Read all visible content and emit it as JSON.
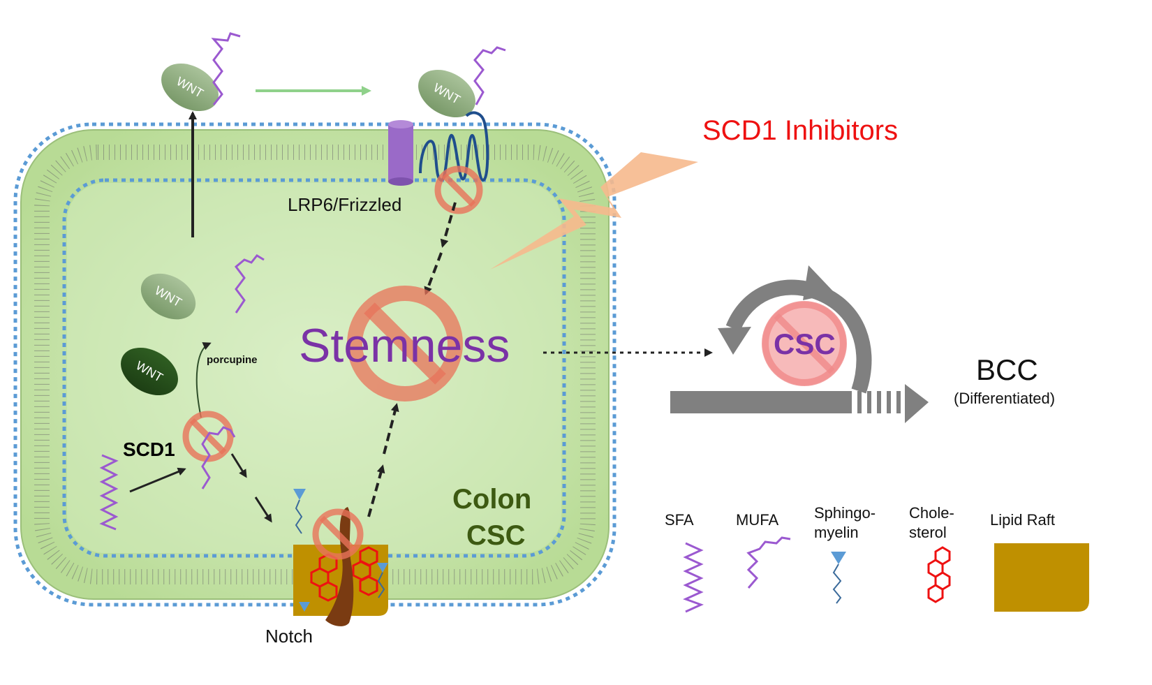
{
  "labels": {
    "inhibitors": "SCD1  Inhibitors",
    "receptor": "LRP6/Frizzled",
    "stemness": "Stemness",
    "colon": "Colon",
    "csc_cell": "CSC",
    "scd1": "SCD1",
    "porcupine": "porcupine",
    "notch": "Notch",
    "csc_cycle": "CSC",
    "bcc": "BCC",
    "bcc_sub": "(Differentiated)"
  },
  "wnt_label": "WNT",
  "legend": {
    "sfa": "SFA",
    "mufa": "MUFA",
    "sphingomyelin": [
      "Sphingo-",
      "myelin"
    ],
    "cholesterol": [
      "Chole-",
      "sterol"
    ],
    "lipid_raft": "Lipid Raft"
  },
  "colors": {
    "cell_fill": "#c5e3a6",
    "cell_inner": "#d9efc5",
    "membrane_dots": "#5b9bd5",
    "inhibit": "#e8735a",
    "sfa": "#9b59d0",
    "mufa": "#9b59d0",
    "sphingomyelin": "#5b9bd5",
    "cholesterol": "#ee1111",
    "lipid_raft": "#bf9000",
    "notch": "#7a3b12",
    "wnt": "#8fac7e",
    "lrp6": "#9a6ac8",
    "frizzled": "#1f4e8c",
    "bolt": "#f6b98d",
    "cycle_arrow": "#808080",
    "inhibitor_text": "#ee1111",
    "stemness_text": "#7a32a6"
  },
  "icons": [
    "no-sign-icon",
    "lightning-bolt-icon",
    "cholesterol-ring-icon",
    "fatty-acid-chain-icon",
    "sphingomyelin-icon"
  ]
}
